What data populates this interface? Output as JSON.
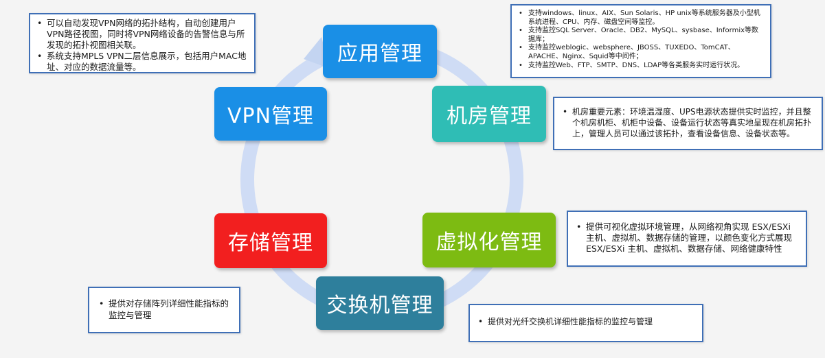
{
  "nodes": {
    "app": {
      "label": "应用管理",
      "color": "#1a8fe6"
    },
    "room": {
      "label": "机房管理",
      "color": "#2fbdb5"
    },
    "virtual": {
      "label": "虚拟化管理",
      "color": "#7dbb12"
    },
    "switch": {
      "label": "交换机管理",
      "color": "#2e7f9c"
    },
    "storage": {
      "label": "存储管理",
      "color": "#f21f1f"
    },
    "vpn": {
      "label": "VPN管理",
      "color": "#1a8fe6"
    }
  },
  "ring": {
    "color": "#cfdcf5",
    "arrow_color": "#c3d4f1"
  },
  "info_boxes": {
    "vpn": [
      "可以自动发现VPN网络的拓扑结构，自动创建用户VPN路径视图，同时将VPN网络设备的告警信息与所发现的拓扑视图相关联。",
      "系统支持MPLS VPN二层信息展示，包括用户MAC地址、对应的数据流量等。"
    ],
    "app": [
      "支持windows、linux、AIX、Sun Solaris、HP unix等系统服务器及小型机系统进程、CPU、内存、磁盘空间等监控。",
      "支持监控SQL Server、Oracle、DB2、MySQL、sysbase、Informix等数据库；",
      "支持监控weblogic、websphere、JBOSS、TUXEDO、TomCAT、APACHE、Nginx、Squid等中间件；",
      "支持监控Web、FTP、SMTP、DNS、LDAP等各类服务实时运行状况。"
    ],
    "room": [
      "机房重要元素：环境温湿度、UPS电源状态提供实时监控，并且整个机房机柜、机柜中设备、设备运行状态等真实地呈现在机房拓扑上，管理人员可以通过该拓扑，查看设备信息、设备状态等。"
    ],
    "virtual": [
      "提供可视化虚拟环境管理，从网络视角实现 ESX/ESXi 主机、虚拟机、数据存储的管理，以颜色变化方式展现ESX/ESXi 主机、虚拟机、数据存储、网络健康特性"
    ],
    "storage": [
      "提供对存储阵列详细性能指标的监控与管理"
    ],
    "switch": [
      "提供对光纤交换机详细性能指标的监控与管理"
    ]
  }
}
